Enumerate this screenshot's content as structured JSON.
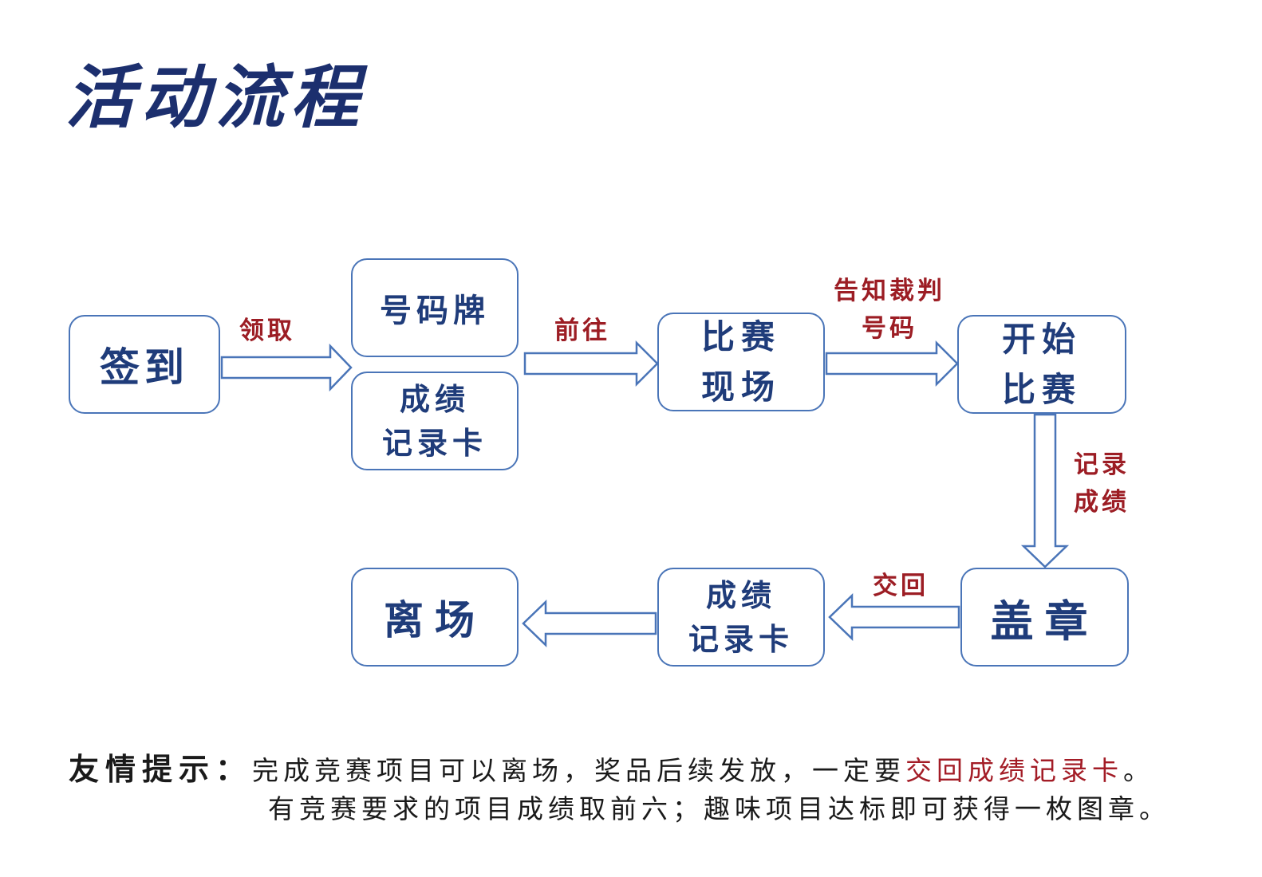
{
  "title": "活动流程",
  "nodes": {
    "sign_in": "签到",
    "number_plate": "号码牌",
    "score_card": "成绩\n记录卡",
    "venue": "比赛\n现场",
    "start": "开始\n比赛",
    "stamp": "盖章",
    "score_card_return": "成绩\n记录卡",
    "leave": "离场"
  },
  "edges": {
    "collect": "领取",
    "go_to": "前往",
    "tell_referee": "告知裁判\n号码",
    "record_score": "记录\n成绩",
    "hand_back": "交回"
  },
  "tip": {
    "prefix": "友情提示：",
    "line1_a": "完成竞赛项目可以离场，奖品后续发放，一定要",
    "line1_highlight": "交回成绩记录卡",
    "line1_end": "。",
    "line2": "有竞赛要求的项目成绩取前六；趣味项目达标即可获得一枚图章。"
  },
  "colors": {
    "title": "#1c2f6e",
    "node_border": "#4a75b8",
    "node_text": "#1f3c7a",
    "edge_label": "#9c1d24",
    "tip_highlight": "#a31c26"
  }
}
